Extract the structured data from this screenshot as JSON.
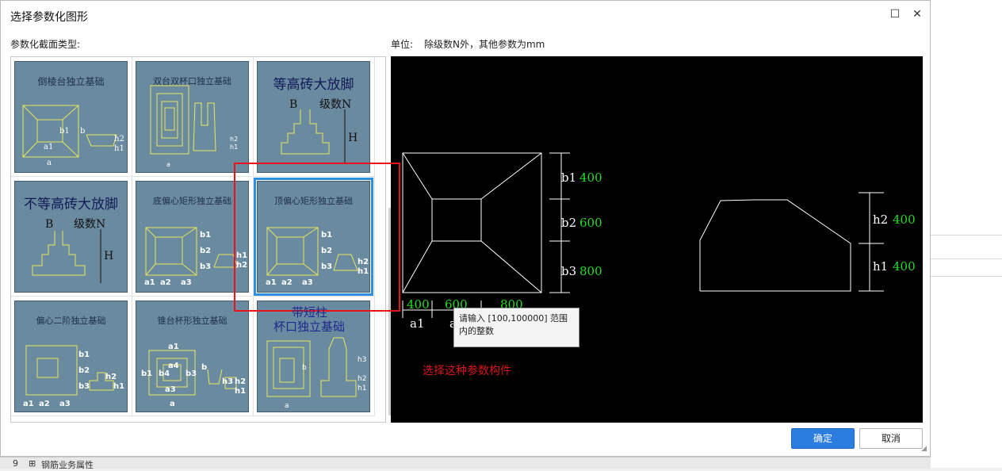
{
  "dialog": {
    "title": "选择参数化图形",
    "section_label": "参数化截面类型:",
    "unit_label": "单位:",
    "unit_text": "除级数N外，其他参数为mm"
  },
  "gallery": {
    "items": [
      {
        "title": "倒棱台独立基础",
        "labels": [
          "b1",
          "b",
          "a1",
          "a",
          "h2",
          "h1"
        ]
      },
      {
        "title": "双台双杯口独立基础",
        "labels": [
          "a",
          "h2",
          "h1"
        ]
      },
      {
        "title": "等高砖大放脚",
        "labels": [
          "B",
          "级数N",
          "H"
        ]
      },
      {
        "title": "不等高砖大放脚",
        "labels": [
          "B",
          "级数N",
          "H"
        ]
      },
      {
        "title": "底偏心矩形独立基础",
        "labels": [
          "b1",
          "b2",
          "b3",
          "a1",
          "a2",
          "a3",
          "h1",
          "h2"
        ]
      },
      {
        "title": "顶偏心矩形独立基础",
        "labels": [
          "b1",
          "b2",
          "b3",
          "a1",
          "a2",
          "a3",
          "h2",
          "h1"
        ]
      },
      {
        "title": "偏心二阶独立基础",
        "labels": [
          "b1",
          "b2",
          "b3",
          "a1",
          "a2",
          "a3",
          "h2",
          "h1"
        ]
      },
      {
        "title": "锥台杯形独立基础",
        "labels": [
          "a1",
          "a4",
          "a3",
          "b1",
          "b4",
          "b3",
          "b",
          "a",
          "h3",
          "h2",
          "h1"
        ]
      },
      {
        "title": "",
        "labels": [
          "a",
          "b",
          "h1",
          "h2",
          "h3"
        ]
      }
    ]
  },
  "annotations": {
    "overlay_1": "带短柱",
    "overlay_2": "杯口独立基础",
    "note": "选择这种参数构件"
  },
  "preview": {
    "dims": {
      "b1": "400",
      "b2": "600",
      "b3": "800",
      "a1": "400",
      "a2": "600",
      "a3": "800",
      "h2": "400",
      "h1": "400"
    },
    "labels": {
      "b1": "b1",
      "b2": "b2",
      "b3": "b3",
      "a1": "a1",
      "a2": "a",
      "h2": "h2",
      "h1": "h1"
    }
  },
  "tooltip": {
    "line1": "请输入 [100,100000] 范围",
    "line2": "内的整数"
  },
  "buttons": {
    "ok": "确定",
    "cancel": "取消"
  },
  "background": {
    "row_label": "钢筋业务属性",
    "row_number": "9"
  },
  "colors": {
    "preview_bg": "#000000",
    "dim_value": "#22dd22",
    "thumb_bg": "#6a8aa0",
    "selection": "#2d8fe0",
    "highlight": "#e8141a",
    "ok_button": "#2b7de0"
  }
}
